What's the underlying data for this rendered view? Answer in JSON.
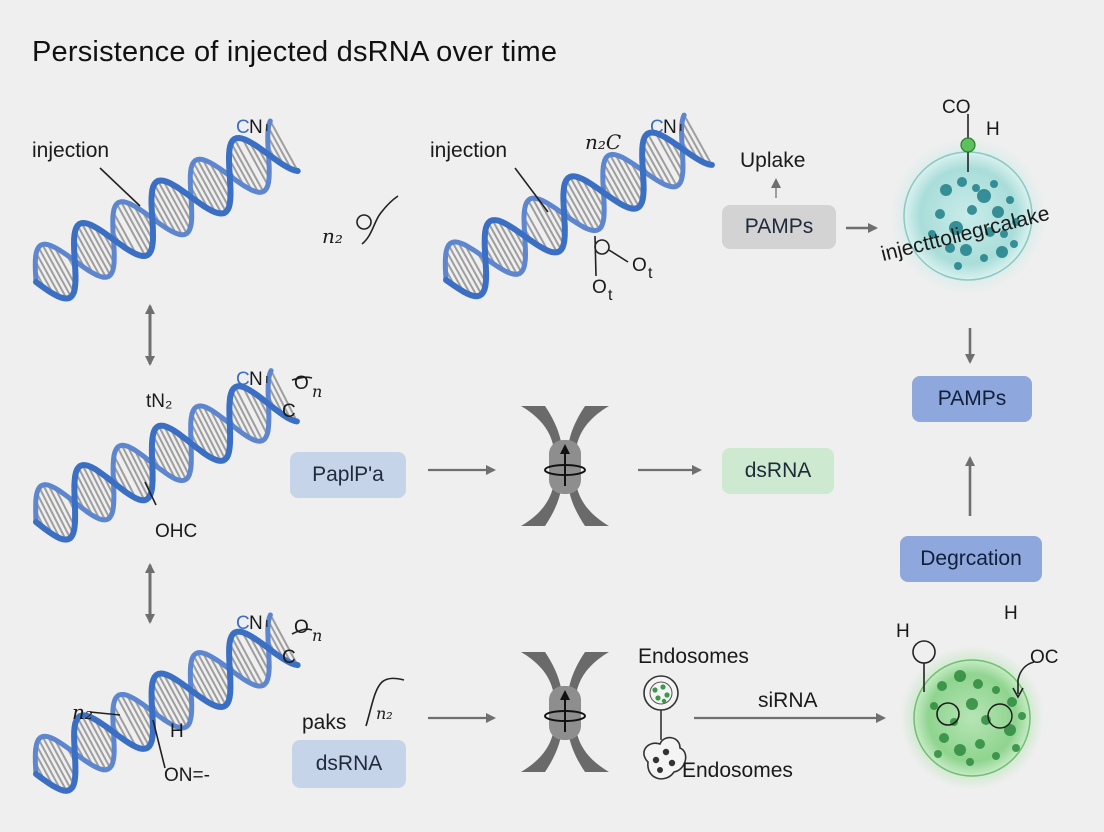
{
  "title": "Persistence of injected dsRNA over time",
  "labels": {
    "injection_left": "injection",
    "injection_mid": "injection",
    "helix1_n": "N",
    "helix1_c": "C",
    "helix1_sub": "ı",
    "squiggle_n2": "n₂",
    "helix2_n": "N",
    "helix2_c": "C",
    "helix2_sub": "ı",
    "helix2_nc": "n₂C",
    "helix2_ot_right": "O",
    "helix2_t1": "t",
    "helix2_ot_bottom": "O",
    "helix2_t2": "t",
    "helix3_n": "N",
    "helix3_c": "C",
    "helix3_sub": "ı",
    "helix3_tn2": "tN₂",
    "helix3_on": "O",
    "helix3_n_italic": "n",
    "helix3_c2": "C",
    "helix3_ohc": "OHC",
    "helix4_n": "N",
    "helix4_c": "C",
    "helix4_sub": "ı",
    "helix4_on": "O",
    "helix4_n_italic": "n",
    "helix4_c2": "C",
    "helix4_n2": "n₂",
    "helix4_h": "H",
    "helix4_on_minus": "ON=-",
    "uptake": "Uplake",
    "paks": "paks",
    "paks_n2": "n₂",
    "endosomes_top": "Endosomes",
    "endosomes_bottom": "Endosomes",
    "sirna": "siRNA",
    "cell_top_co": "CO",
    "cell_top_h": "H",
    "cell_top_caption": "injectttoliegrcalake",
    "cell_bottom_h1": "H",
    "cell_bottom_h2": "H",
    "cell_bottom_oc": "OC"
  },
  "chips": {
    "pamps_top": "PAMPs",
    "pamps_right": "PAMPs",
    "paplpa": "PaplP'a",
    "dsrna_green": "dsRNA",
    "dsrna_bottom": "dsRNA",
    "degradation": "Degrcation"
  },
  "colors": {
    "background": "#efefef",
    "helix_blue": "#3a6fc4",
    "rung_gray": "#8a8a8a",
    "arrow_gray": "#6f6f6f",
    "cell_teal": "#9ed6d2",
    "cell_green": "#86d08a",
    "dot_teal": "#1f7f88",
    "dot_green": "#2e8a3e"
  }
}
